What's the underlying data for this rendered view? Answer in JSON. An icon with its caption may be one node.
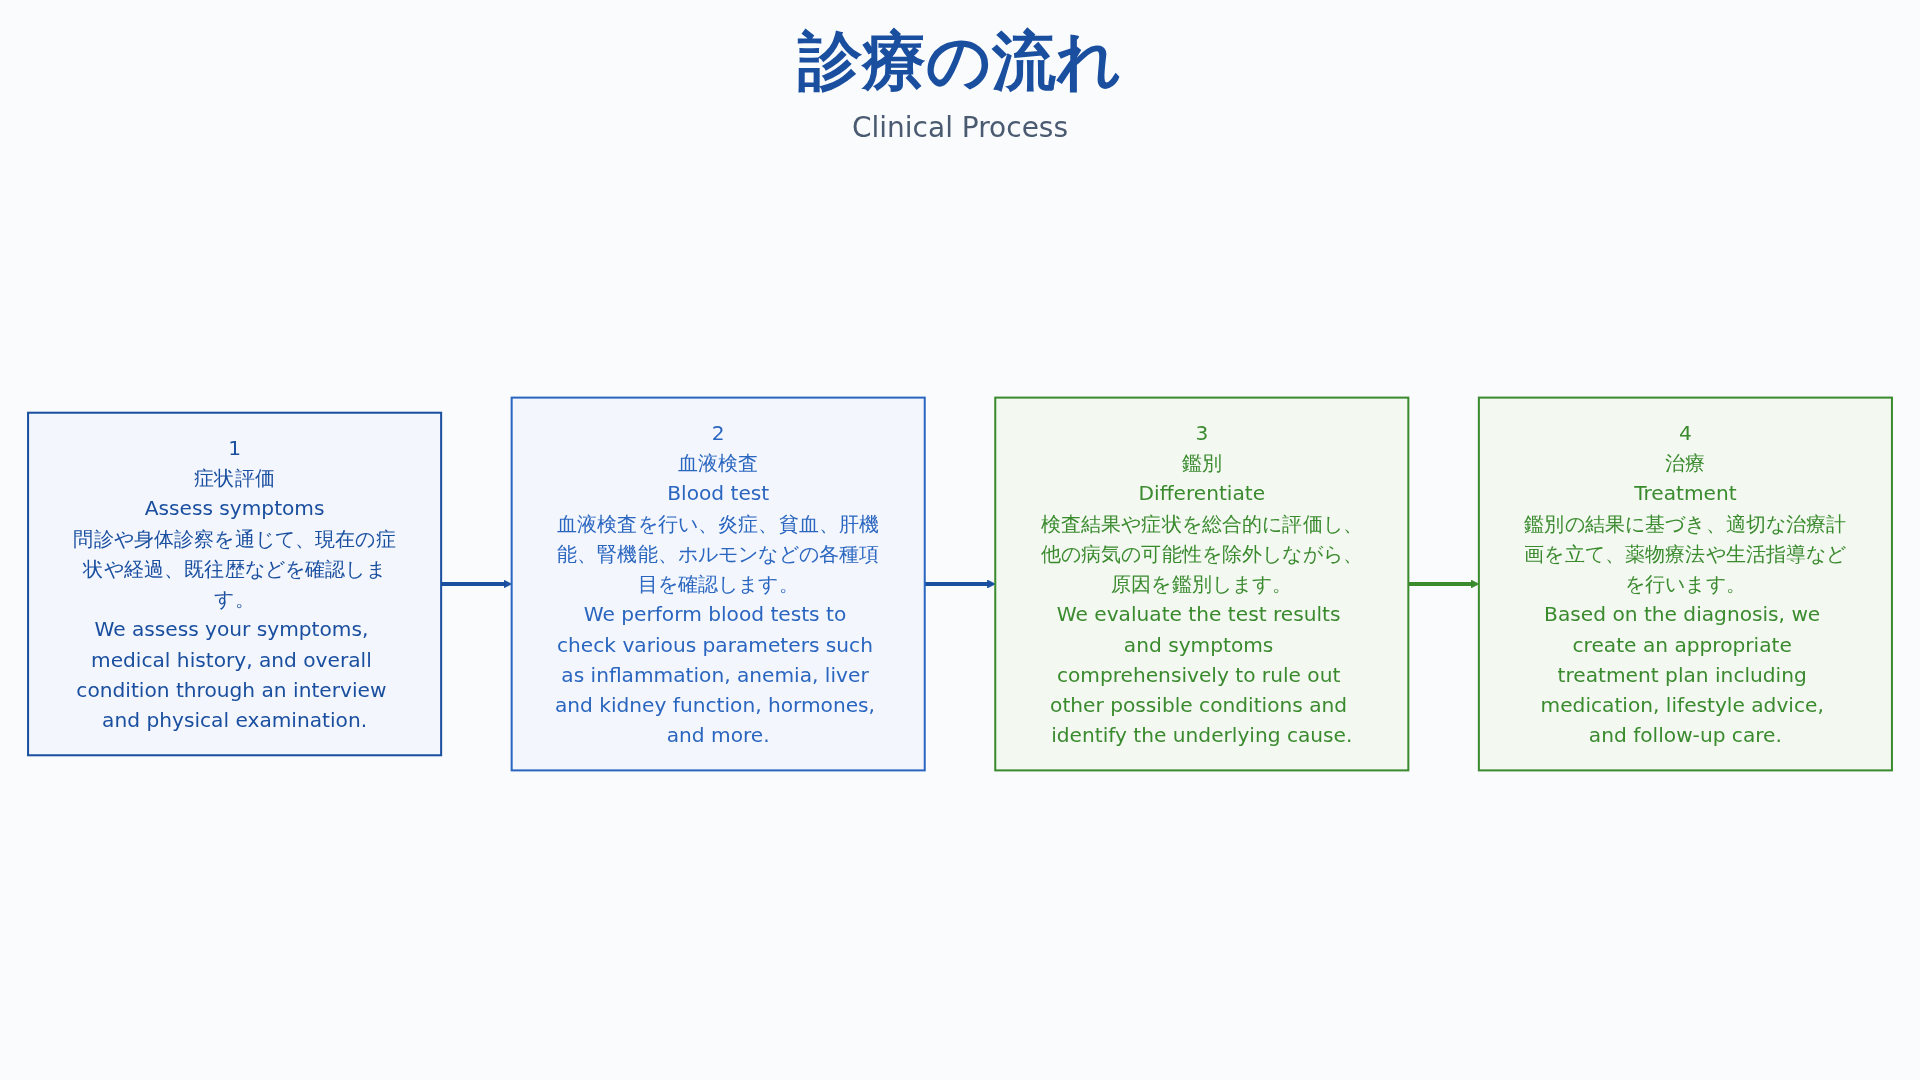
{
  "diagram": {
    "title": "診療の流れ",
    "nodes": [
      {
        "text": [
          "1",
          "症状評価",
          "Assess symptoms",
          "問診や身体診察を通じて、現在の症状や経過、既往歴などを確認します。",
          "We assess your symptoms, medical history, and overall condition through an interview and physical examination."
        ]
      },
      {
        "text": [
          "2",
          "血液検査",
          "Blood test",
          "血液検査を行い、炎症、貧血、肝機能、腎機能、ホルモンなどの各種項目を確認します。",
          "We perform blood tests to check various parameters such as inflammation, anemia, liver and kidney function, hormones, and more."
        ]
      },
      {
        "text": [
          "3",
          "鑑別",
          "Differentiate",
          "検査結果や症状を総合的に評価し、他の病気の可能性を除外しながら、原因を鑑別します。",
          "We evaluate the test results and symptoms comprehensively to rule out other possible conditions and identify the underlying cause."
        ]
      },
      {
        "text": [
          "4",
          "治療",
          "Treatment",
          "鑑別の結果に基づき、適切な治療計画を立て、薬物療法や生活指導などを行います。",
          "Based on the diagnosis, we create an appropriate treatment plan including medication, lifestyle advice, and follow-up care."
        ]
      }
    ],
    "edges": [
      {
        "from": 0,
        "to": 1,
        "arrow": "to"
      },
      {
        "from": 1,
        "to": 2,
        "arrow": "to"
      },
      {
        "from": 2,
        "to": 3,
        "arrow": "to",
        "color": "#3a8a2e"
      }
    ],
    "labels": [
      "Clinical Process"
    ]
  }
}
